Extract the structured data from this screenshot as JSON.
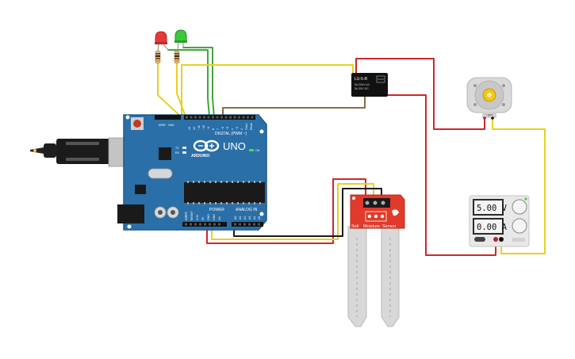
{
  "arduino": {
    "logo": "ARDUINO",
    "model": "UNO",
    "digital_label": "DIGITAL (PWM ~)",
    "power_label": "POWER",
    "analog_label": "ANALOG IN",
    "on_label": "ON",
    "tx_label": "TX",
    "rx_label": "RX",
    "aref_label": "AREF",
    "gnd_label": "GND",
    "digital_pins": [
      "13",
      "12",
      "~11",
      "~10",
      "~9",
      "8",
      "7",
      "~6",
      "~5",
      "4",
      "~3",
      "2",
      "TX▸1",
      "RX◂0"
    ],
    "power_pins": [
      "IOREF",
      "RESET",
      "3.3V",
      "5V",
      "GND",
      "GND",
      "Vin"
    ],
    "analog_pins": [
      "A0",
      "A1",
      "A2",
      "A3",
      "A4",
      "A5"
    ]
  },
  "relay": {
    "line1": "LU-5-R",
    "line2": "5A 250V AC",
    "line3": "5A 30V DC"
  },
  "motor": {
    "label": "+ gnd"
  },
  "power_supply": {
    "voltage": "5.00 V",
    "current": "0.00 A"
  },
  "sensor": {
    "word1": "Soil",
    "word2": "Moisture",
    "word3": "Sensor"
  },
  "colors": {
    "board": "#2a6fa8",
    "board_edge": "#1f5a8a",
    "red_wire": "#d0262a",
    "yellow_wire": "#e8d020",
    "green_wire": "#3fa83a",
    "brown_wire": "#8b6b3f",
    "black_wire": "#1a1a1a",
    "sensor_red": "#e23a2a"
  }
}
